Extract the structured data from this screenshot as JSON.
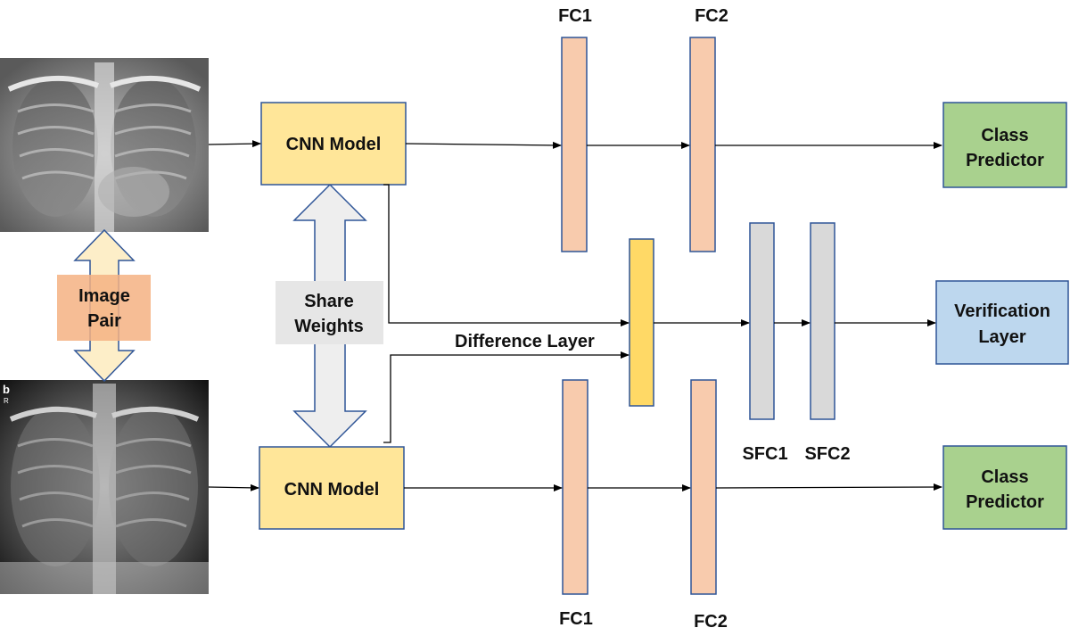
{
  "images": {
    "top_xray": {
      "label": ""
    },
    "bottom_xray": {
      "label": "b",
      "sublabel": "R"
    }
  },
  "image_pair": {
    "line1": "Image",
    "line2": "Pair"
  },
  "share_weights": {
    "line1": "Share",
    "line2": "Weights"
  },
  "cnn_top": {
    "label": "CNN Model"
  },
  "cnn_bottom": {
    "label": "CNN Model"
  },
  "difference_layer": {
    "label": "Difference Layer"
  },
  "fc_top": {
    "fc1": "FC1",
    "fc2": "FC2"
  },
  "fc_bottom": {
    "fc1": "FC1",
    "fc2": "FC2"
  },
  "sfc": {
    "sfc1": "SFC1",
    "sfc2": "SFC2"
  },
  "class_predictor_top": {
    "line1": "Class",
    "line2": "Predictor"
  },
  "class_predictor_bottom": {
    "line1": "Class",
    "line2": "Predictor"
  },
  "verification": {
    "line1": "Verification",
    "line2": "Layer"
  },
  "colors": {
    "cnn_fill": "#ffe699",
    "fc_fill": "#f8cbad",
    "difference_fill": "#ffd966",
    "sfc_fill": "#d9d9d9",
    "class_fill": "#a9d18e",
    "verification_fill": "#bdd7ee",
    "image_pair_fill": "#f4b183",
    "outline": "#2f5597"
  }
}
